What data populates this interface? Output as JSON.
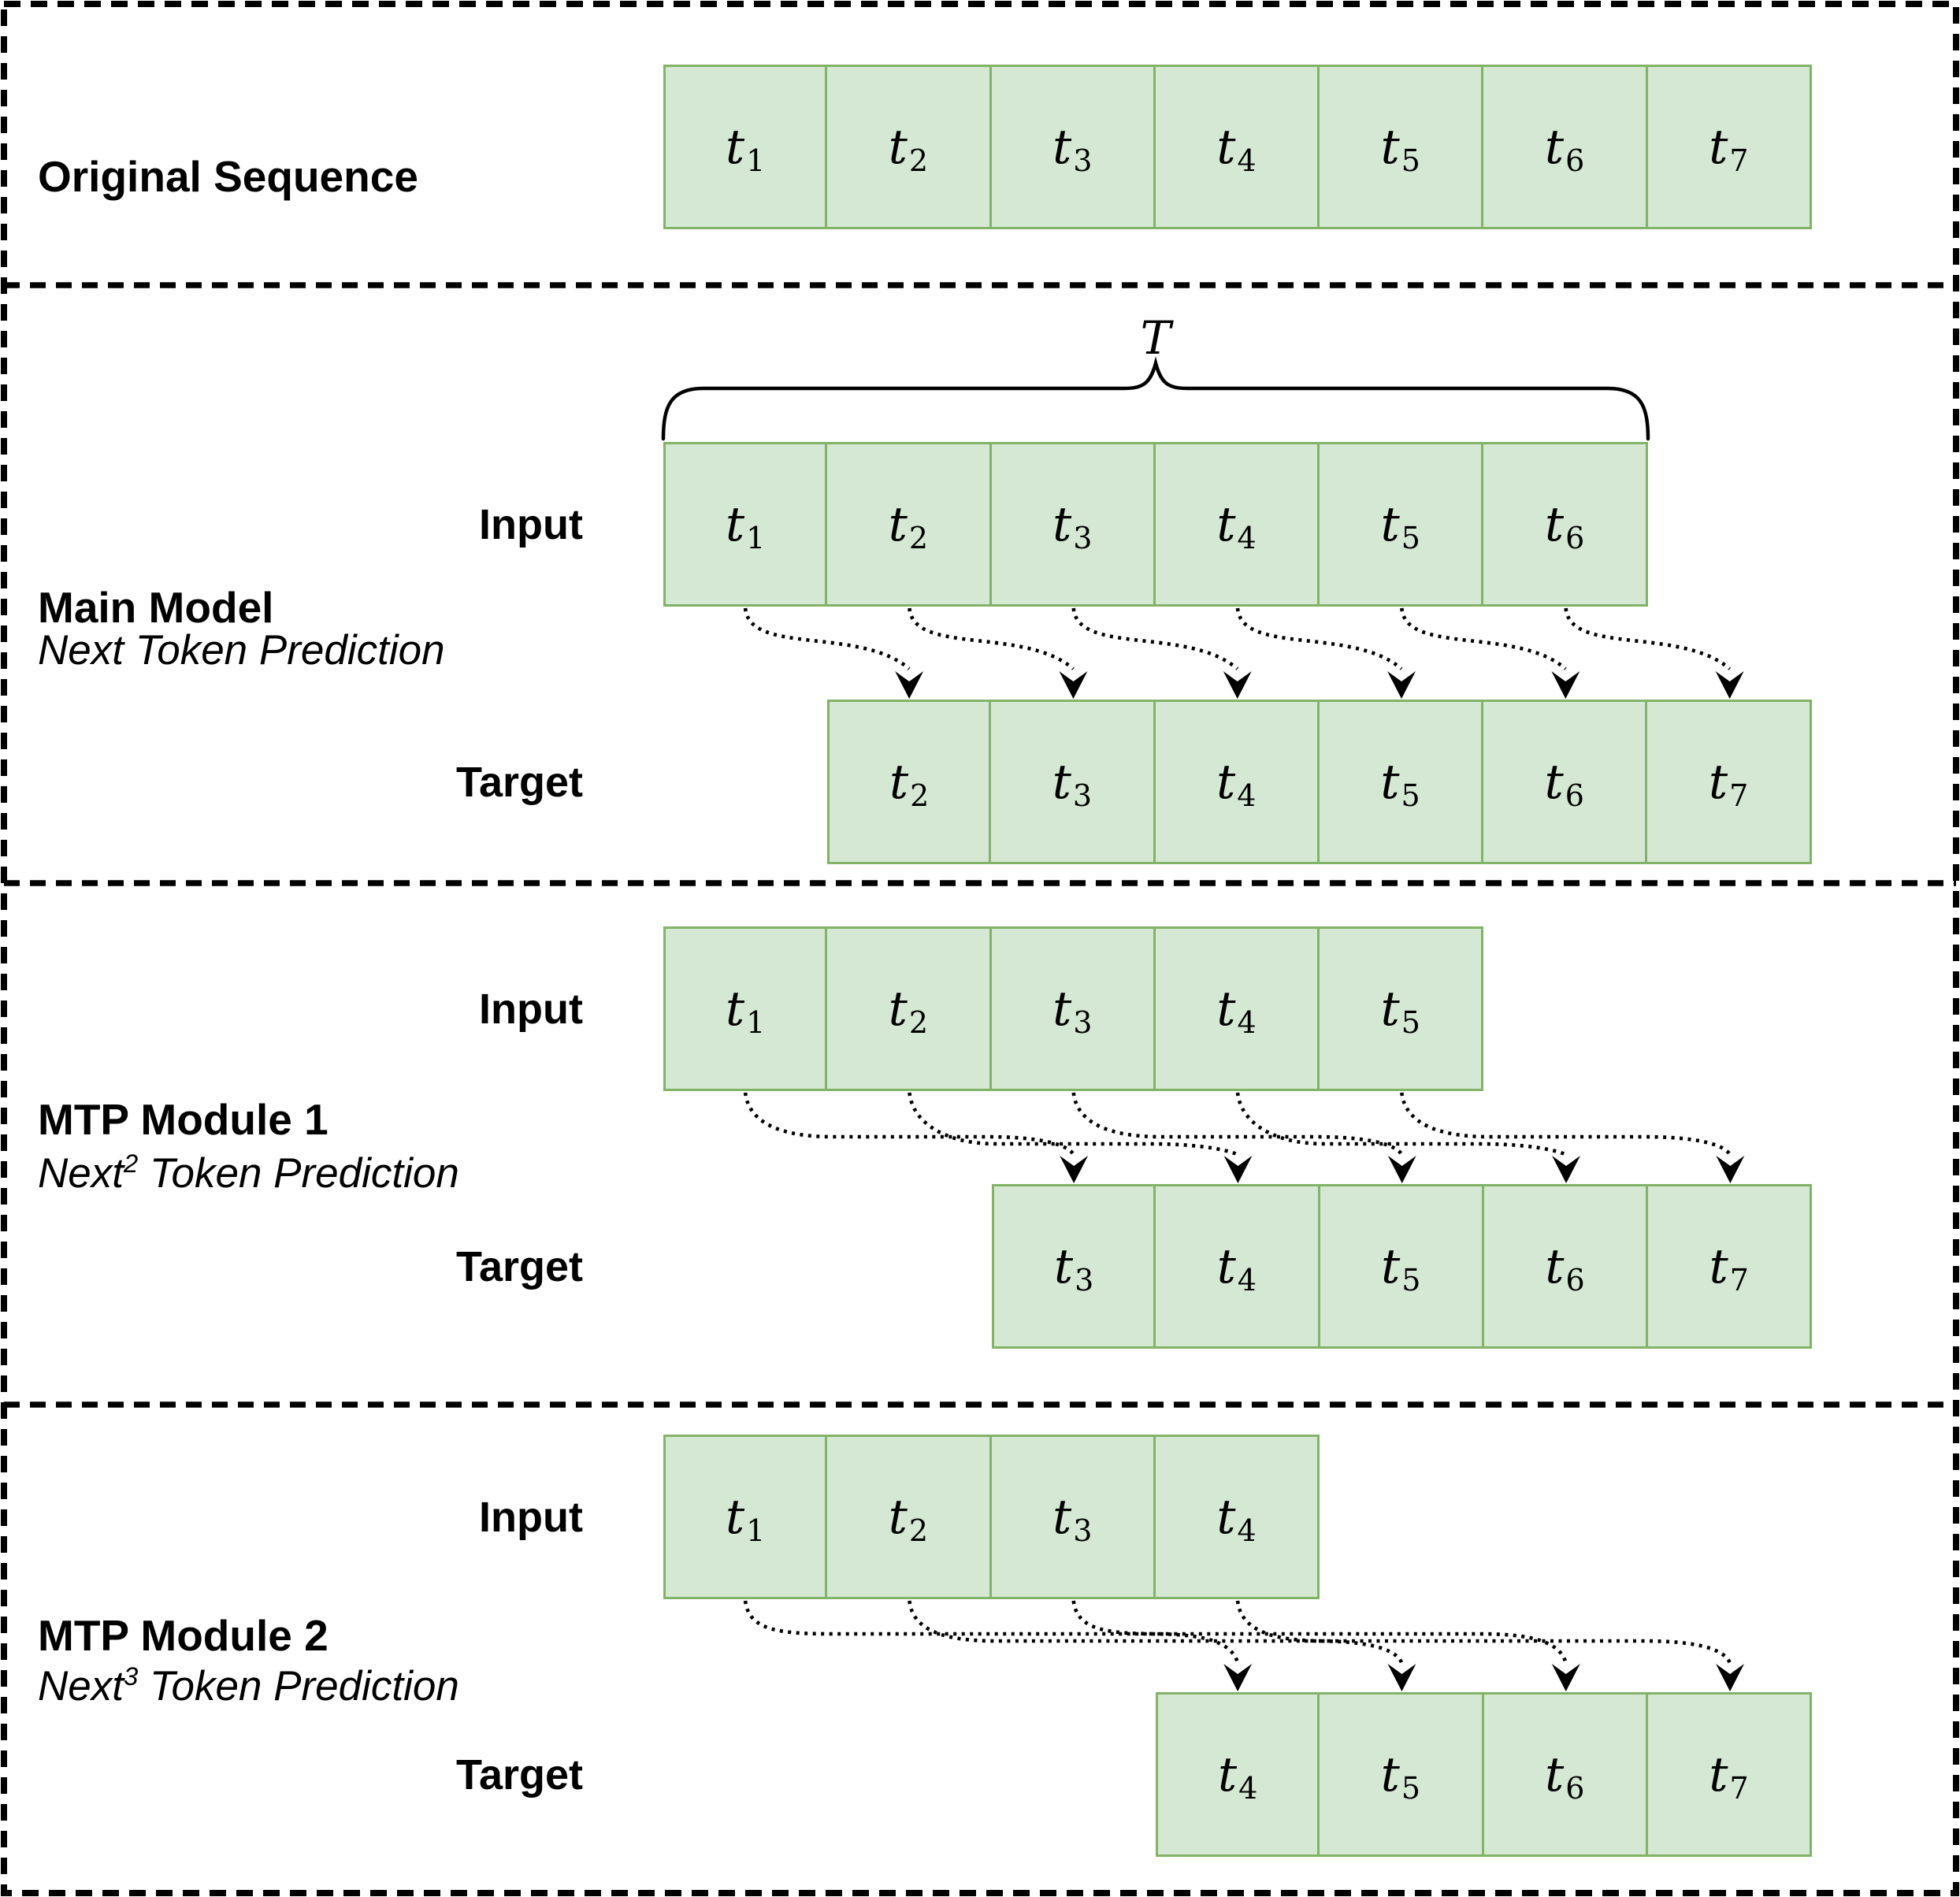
{
  "figure": {
    "brace_label": "T",
    "colors": {
      "box_fill": "#d5e8d4",
      "box_stroke": "#82b366",
      "line_color": "#000000",
      "background": "#ffffff"
    },
    "sections": [
      {
        "title": "Original Sequence",
        "subtitle": {
          "prefix": "",
          "sup": "",
          "rest": ""
        },
        "rows": [
          {
            "label": "",
            "tokens": [
              {
                "base": "t",
                "sub": "1"
              },
              {
                "base": "t",
                "sub": "2"
              },
              {
                "base": "t",
                "sub": "3"
              },
              {
                "base": "t",
                "sub": "4"
              },
              {
                "base": "t",
                "sub": "5"
              },
              {
                "base": "t",
                "sub": "6"
              },
              {
                "base": "t",
                "sub": "7"
              }
            ]
          }
        ]
      },
      {
        "title": "Main Model",
        "subtitle": {
          "prefix": "Next",
          "sup": "",
          "rest": " Token Prediction"
        },
        "rows": [
          {
            "label": "Input",
            "tokens": [
              {
                "base": "t",
                "sub": "1"
              },
              {
                "base": "t",
                "sub": "2"
              },
              {
                "base": "t",
                "sub": "3"
              },
              {
                "base": "t",
                "sub": "4"
              },
              {
                "base": "t",
                "sub": "5"
              },
              {
                "base": "t",
                "sub": "6"
              }
            ]
          },
          {
            "label": "Target",
            "tokens": [
              {
                "base": "t",
                "sub": "2"
              },
              {
                "base": "t",
                "sub": "3"
              },
              {
                "base": "t",
                "sub": "4"
              },
              {
                "base": "t",
                "sub": "5"
              },
              {
                "base": "t",
                "sub": "6"
              },
              {
                "base": "t",
                "sub": "7"
              }
            ]
          }
        ]
      },
      {
        "title": "MTP Module 1",
        "subtitle": {
          "prefix": "Next",
          "sup": "2",
          "rest": " Token Prediction"
        },
        "rows": [
          {
            "label": "Input",
            "tokens": [
              {
                "base": "t",
                "sub": "1"
              },
              {
                "base": "t",
                "sub": "2"
              },
              {
                "base": "t",
                "sub": "3"
              },
              {
                "base": "t",
                "sub": "4"
              },
              {
                "base": "t",
                "sub": "5"
              }
            ]
          },
          {
            "label": "Target",
            "tokens": [
              {
                "base": "t",
                "sub": "3"
              },
              {
                "base": "t",
                "sub": "4"
              },
              {
                "base": "t",
                "sub": "5"
              },
              {
                "base": "t",
                "sub": "6"
              },
              {
                "base": "t",
                "sub": "7"
              }
            ]
          }
        ]
      },
      {
        "title": "MTP Module 2",
        "subtitle": {
          "prefix": "Next",
          "sup": "3",
          "rest": " Token Prediction"
        },
        "rows": [
          {
            "label": "Input",
            "tokens": [
              {
                "base": "t",
                "sub": "1"
              },
              {
                "base": "t",
                "sub": "2"
              },
              {
                "base": "t",
                "sub": "3"
              },
              {
                "base": "t",
                "sub": "4"
              }
            ]
          },
          {
            "label": "Target",
            "tokens": [
              {
                "base": "t",
                "sub": "4"
              },
              {
                "base": "t",
                "sub": "5"
              },
              {
                "base": "t",
                "sub": "6"
              },
              {
                "base": "t",
                "sub": "7"
              }
            ]
          }
        ]
      }
    ]
  }
}
